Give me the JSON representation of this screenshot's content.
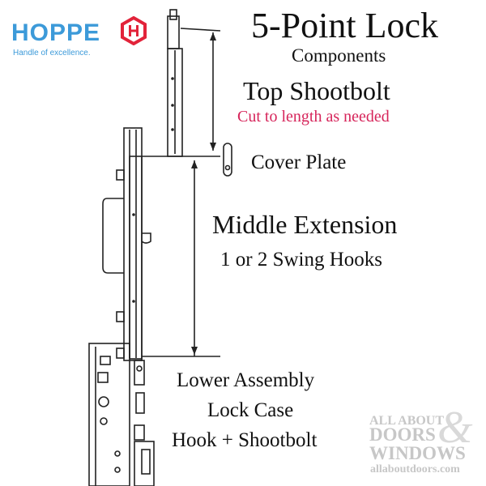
{
  "brand": {
    "name": "HOPPE",
    "tagline": "Handle of excellence.",
    "color": "#3c9ad9",
    "logo_icon": "hexagon-h-icon",
    "logo_icon_color": "#e2233a"
  },
  "heading": {
    "title": "5-Point Lock",
    "subtitle": "Components"
  },
  "labels": {
    "top_shootbolt": "Top Shootbolt",
    "cut_note": "Cut to length as needed",
    "cover_plate": "Cover Plate",
    "middle_extension": "Middle Extension",
    "swing_hooks": "1 or 2 Swing Hooks",
    "lower_line_1": "Lower Assembly",
    "lower_line_2": "Lock Case",
    "lower_line_3": "Hook + Shootbolt"
  },
  "watermark": {
    "line1": "ALL ABOUT",
    "line2": "DOORS",
    "line3": "WINDOWS",
    "line4": "allaboutdoors.com",
    "amp": "&"
  },
  "colors": {
    "accent_note": "#d6245a",
    "line_art": "#222222",
    "watermark": "#c7c7c7"
  }
}
